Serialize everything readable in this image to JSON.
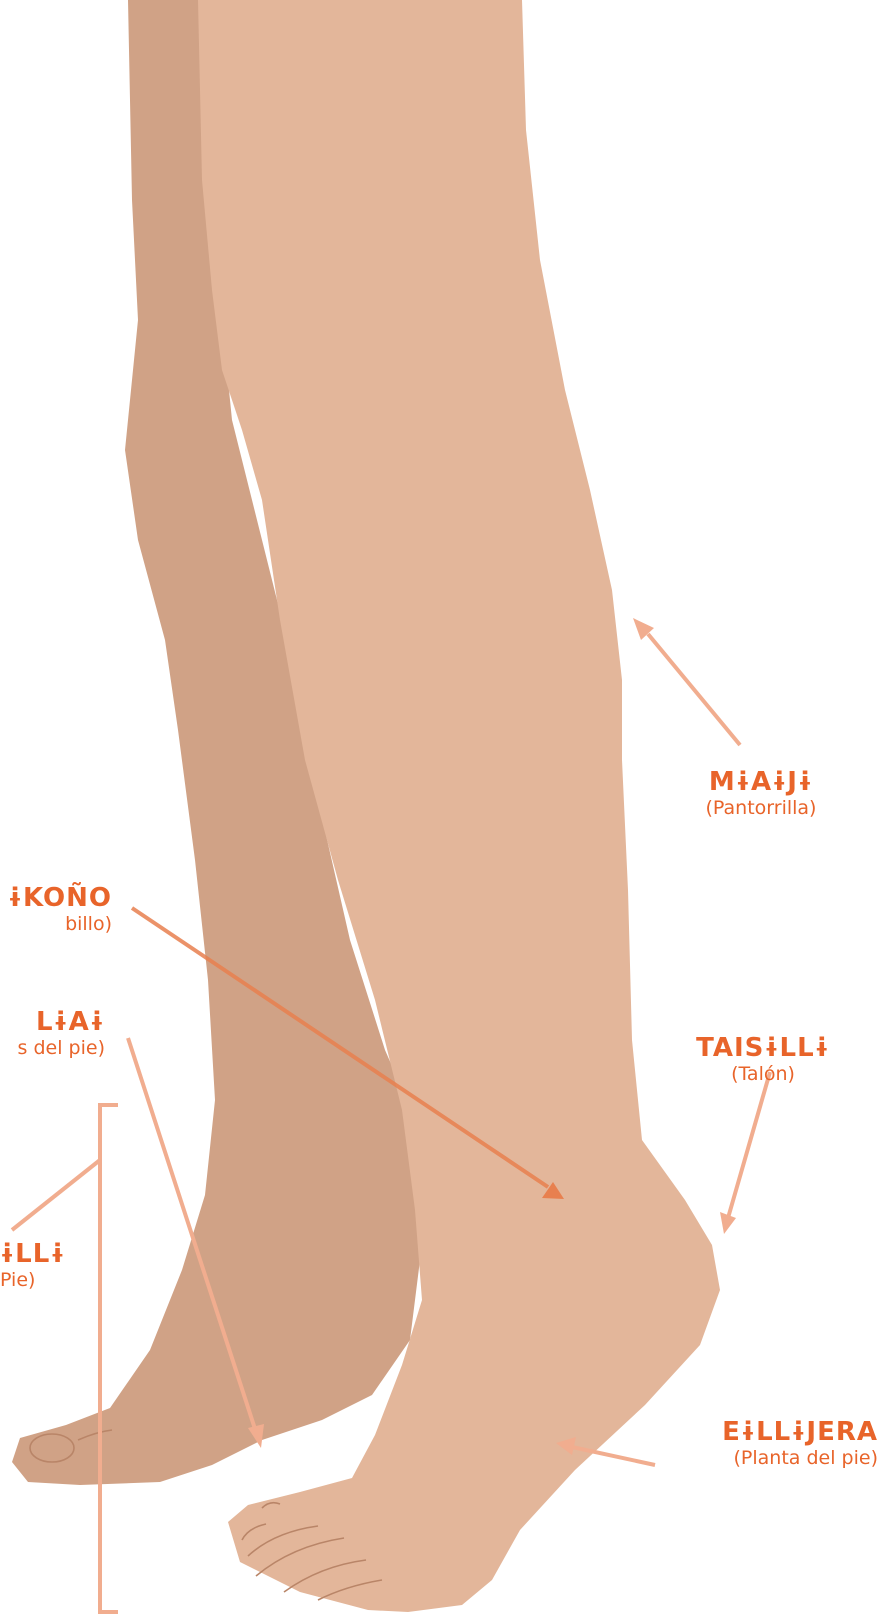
{
  "palette": {
    "skin_front": "#e3b69a",
    "skin_back": "#d0a286",
    "skin_line": "#b98568",
    "arrow_light": "#f1ad8f",
    "arrow_dark": "#e8804f",
    "text": "#e8642a"
  },
  "labels": {
    "calf": {
      "main": "MɨAɨJɨ",
      "sub": "(Pantorrilla)"
    },
    "ankle": {
      "main": "ɨKOÑO",
      "sub": "billo)"
    },
    "toes": {
      "main": "LɨAɨ",
      "sub": "s del pie)"
    },
    "heel": {
      "main": "TAISɨLLɨ",
      "sub": "(Talón)"
    },
    "foot": {
      "main": "ɨLLɨ",
      "sub": "Pie)"
    },
    "sole": {
      "main": "EɨLLɨJERA",
      "sub": "(Planta del pie)"
    }
  }
}
